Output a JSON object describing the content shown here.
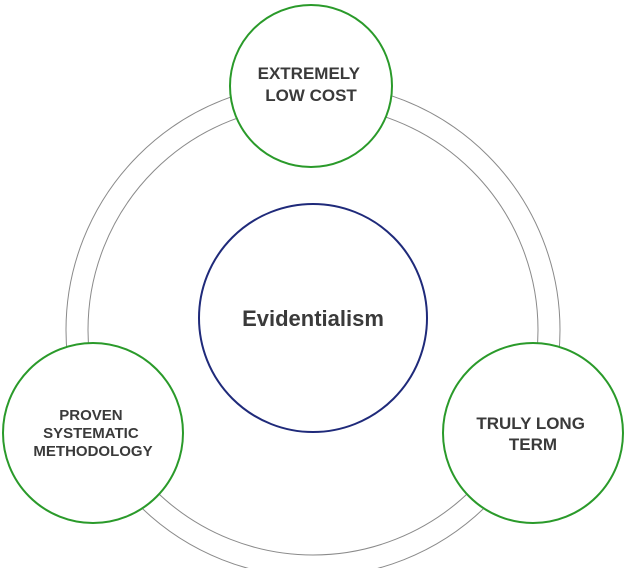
{
  "diagram": {
    "center": {
      "label": "Evidentialism",
      "stroke_color": "#1f2a7a"
    },
    "satellites": [
      {
        "lines": [
          "EXTREMELY",
          "LOW COST"
        ],
        "stroke_color": "#2a9a2a"
      },
      {
        "lines": [
          "TRULY LONG",
          "TERM"
        ],
        "stroke_color": "#2a9a2a"
      },
      {
        "lines": [
          "PROVEN",
          "SYSTEMATIC",
          "METHODOLOGY"
        ],
        "stroke_color": "#2a9a2a"
      }
    ],
    "ring_color": "#8a8a8a"
  }
}
